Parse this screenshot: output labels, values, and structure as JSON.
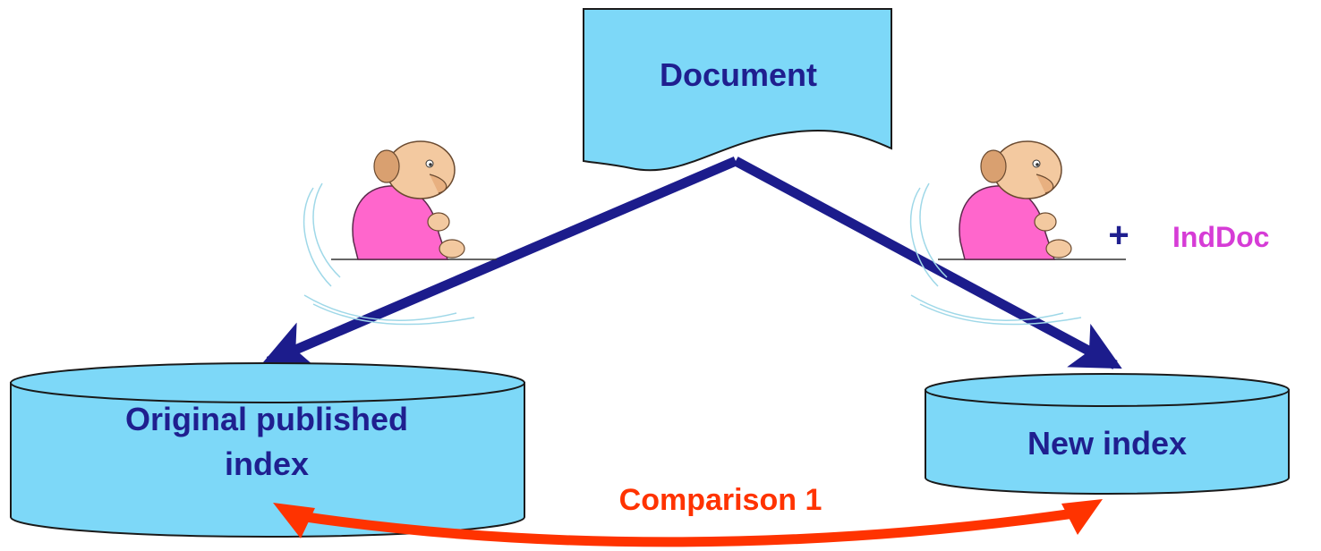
{
  "document": {
    "label": "Document"
  },
  "original_index": {
    "label_line1": "Original published",
    "label_line2": "index"
  },
  "new_index": {
    "label": "New index"
  },
  "addition": {
    "plus": "+",
    "label": "IndDoc"
  },
  "comparison": {
    "label": "Comparison 1"
  },
  "colors": {
    "box_fill": "#7dd8f8",
    "box_stroke": "#1a1a1a",
    "text_navy": "#1f1f8f",
    "arrow_blue": "#1c1c8c",
    "arrow_red": "#ff3300",
    "inddoc_magenta": "#d63cd6",
    "figure_shirt": "#ff66cc",
    "figure_skin": "#f3c9a0"
  },
  "icons": [
    "indexer-figure-left",
    "indexer-figure-right"
  ]
}
